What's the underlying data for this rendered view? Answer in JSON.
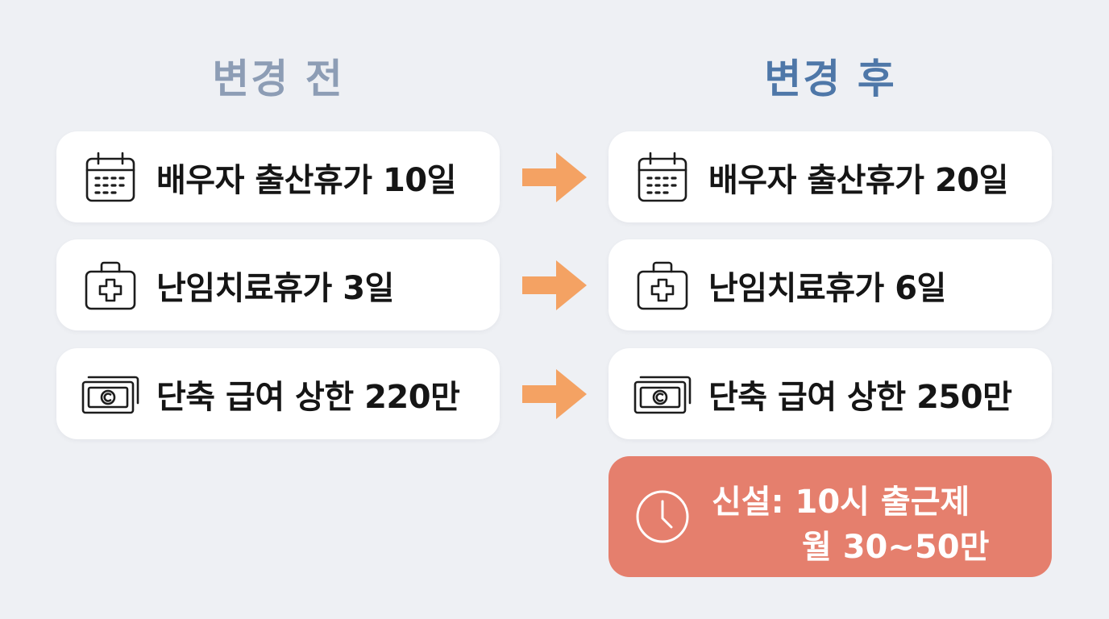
{
  "headers": {
    "before": "변경 전",
    "after": "변경 후"
  },
  "rows": [
    {
      "icon": "calendar-icon",
      "before": "배우자 출산휴가 10일",
      "after": "배우자 출산휴가 20일"
    },
    {
      "icon": "medical-kit-icon",
      "before": "난임치료휴가 3일",
      "after": "난임치료휴가 6일"
    },
    {
      "icon": "cash-icon",
      "before": "단축 급여 상한 220만",
      "after": "단축 급여 상한 250만"
    }
  ],
  "new_item": {
    "icon": "clock-icon",
    "line1": "신설: 10시 출근제",
    "line2": "월 30~50만"
  },
  "colors": {
    "background": "#eef0f4",
    "header_before": "#8d9db5",
    "header_after": "#4e77a8",
    "arrow": "#f4a263",
    "new_card": "#e57f6d",
    "card": "#ffffff"
  }
}
